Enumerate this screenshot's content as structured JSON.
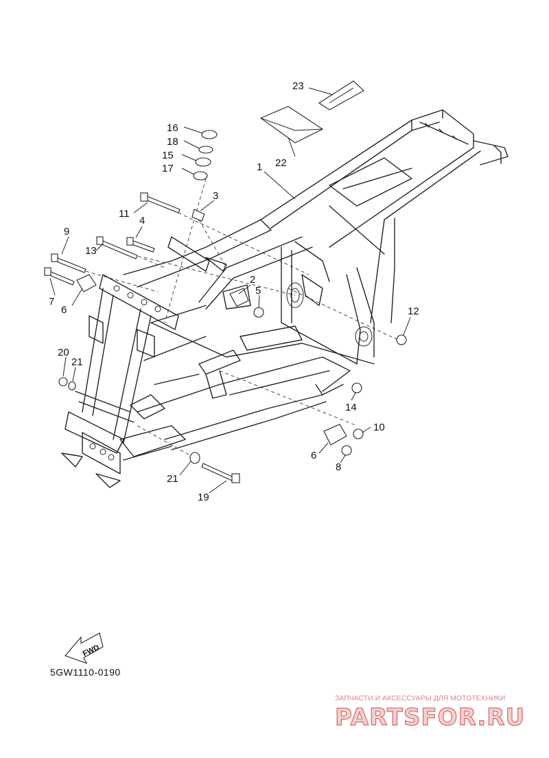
{
  "diagram": {
    "parts": [
      {
        "number": "1"
      },
      {
        "number": "2"
      },
      {
        "number": "3"
      },
      {
        "number": "4"
      },
      {
        "number": "5"
      },
      {
        "number": "6"
      },
      {
        "number": "6"
      },
      {
        "number": "7"
      },
      {
        "number": "8"
      },
      {
        "number": "9"
      },
      {
        "number": "10"
      },
      {
        "number": "11"
      },
      {
        "number": "12"
      },
      {
        "number": "13"
      },
      {
        "number": "14"
      },
      {
        "number": "15"
      },
      {
        "number": "16"
      },
      {
        "number": "17"
      },
      {
        "number": "18"
      },
      {
        "number": "19"
      },
      {
        "number": "20"
      },
      {
        "number": "21"
      },
      {
        "number": "21"
      },
      {
        "number": "22"
      },
      {
        "number": "23"
      }
    ],
    "direction_label": "FWD",
    "drawing_code": "5GW1110-0190"
  },
  "watermark": {
    "tagline": "ЗАПЧАСТИ И АКСЕССУАРЫ ДЛЯ МОТОТЕХНИКИ",
    "logo": "PARTSFOR.RU",
    "colors": {
      "text": "#d98a8a",
      "logo_fill": "#f3d0d0",
      "logo_stroke": "#d36a6a"
    }
  }
}
